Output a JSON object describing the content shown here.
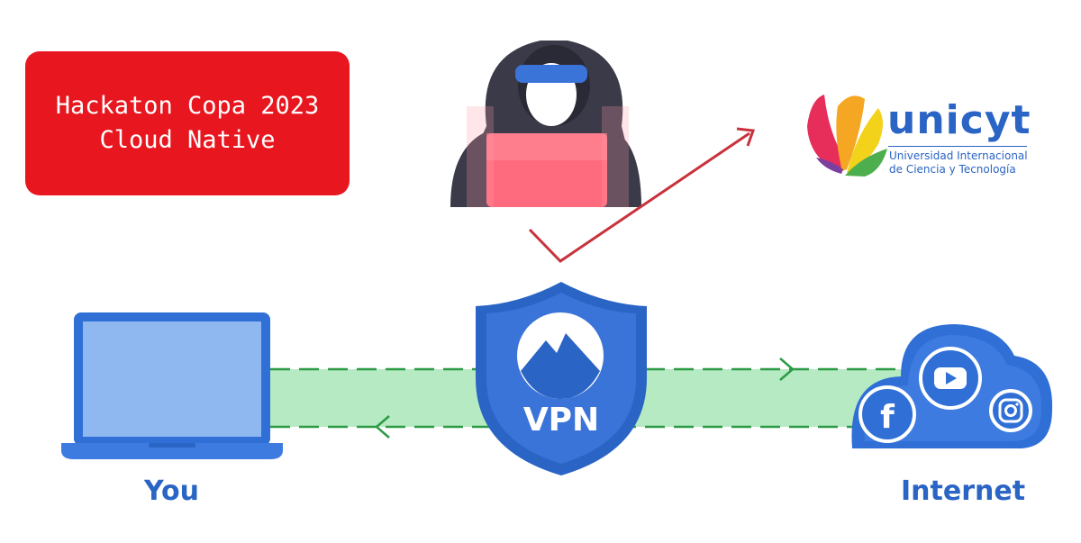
{
  "banner": {
    "line1": "Hackaton Copa 2023",
    "line2": "Cloud Native"
  },
  "labels": {
    "you": "You",
    "internet": "Internet",
    "vpn": "VPN"
  },
  "logo": {
    "name": "unicyt",
    "subtitle_line1": "Universidad Internacional",
    "subtitle_line2": "de Ciencia y Tecnología"
  },
  "colors": {
    "banner": "#e8161f",
    "brand_blue": "#2a64c4",
    "tunnel": "#b5eac3",
    "dash": "#2d9a45",
    "hack_line": "#c8323c"
  },
  "icons": [
    "laptop-icon",
    "hacker-icon",
    "vpn-shield-icon",
    "cloud-icon",
    "facebook-icon",
    "youtube-icon",
    "instagram-icon",
    "unicyt-logo-icon"
  ]
}
